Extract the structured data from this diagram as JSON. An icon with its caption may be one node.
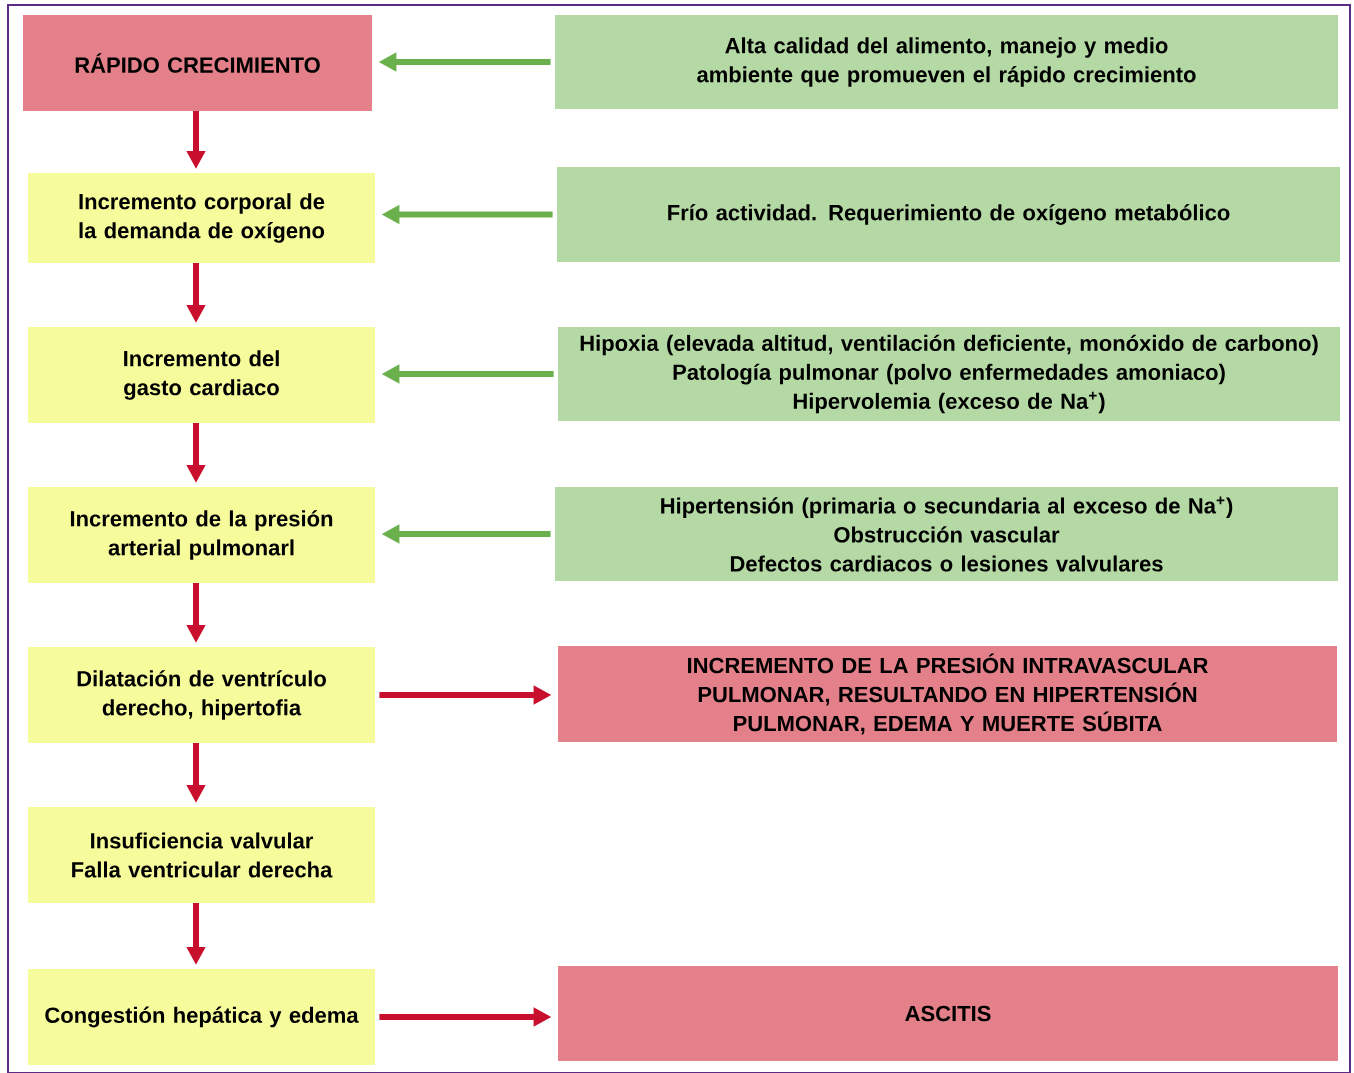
{
  "diagram": {
    "nodes": [
      {
        "text": [
          "RÁPIDO CRECIMIENTO"
        ]
      },
      {
        "text": [
          "Alta calidad del alimento, manejo y medio ambiente que promueven el rápido crecimiento"
        ]
      },
      {
        "text": [
          "Incremento corporal de la demanda de oxígeno"
        ]
      },
      {
        "text": [
          "Frío actividad. Requerimiento de oxígeno metabólico"
        ]
      },
      {
        "text": [
          "Incremento del gasto cardiaco"
        ]
      },
      {
        "text": [
          "Hipoxia (elevada altitud, ventilación deficiente, monóxido de carbono)",
          "Patología pulmonar (polvo enfermedades amoniaco)",
          "Hipervolemia (exceso de Na$^{+}$)"
        ]
      },
      {
        "text": [
          "Incremento de la presión arterial pulmonarl"
        ]
      },
      {
        "text": [
          "Hipertensión (primaria o secundaria al exceso de Na$^{+}$)",
          "Obstrucción vascular",
          "Defectos cardiacos o lesiones valvulares"
        ]
      },
      {
        "text": [
          "Dilatación de ventrículo derecho, hipertofia"
        ]
      },
      {
        "text": [
          "INCREMENTO DE LA PRESIÓN INTRAVASCULAR PULMONAR, RESULTANDO EN HIPERTENSIÓN PULMONAR, EDEMA Y MUERTE SÚBITA"
        ]
      },
      {
        "text": [
          "Insuficiencia valvular",
          "Falla ventricular derecha"
        ]
      },
      {
        "text": [
          "Congestión hepática y edema"
        ]
      },
      {
        "text": [
          "ASCITIS"
        ]
      }
    ],
    "edges": [
      {
        "from": 1,
        "to": 0,
        "arrow": "to",
        "color": "#6ab04c"
      },
      {
        "from": 0,
        "to": 2,
        "arrow": "to"
      },
      {
        "from": 3,
        "to": 2,
        "arrow": "to",
        "color": "#6ab04c"
      },
      {
        "from": 2,
        "to": 4,
        "arrow": "to"
      },
      {
        "from": 5,
        "to": 4,
        "arrow": "to",
        "color": "#6ab04c"
      },
      {
        "from": 4,
        "to": 6,
        "arrow": "to"
      },
      {
        "from": 7,
        "to": 6,
        "arrow": "to",
        "color": "#6ab04c"
      },
      {
        "from": 6,
        "to": 8,
        "arrow": "to"
      },
      {
        "from": 8,
        "to": 9,
        "arrow": "to"
      },
      {
        "from": 8,
        "to": 10,
        "arrow": "to"
      },
      {
        "from": 10,
        "to": 11,
        "arrow": "to"
      },
      {
        "from": 11,
        "to": 12,
        "arrow": "to"
      }
    ]
  }
}
